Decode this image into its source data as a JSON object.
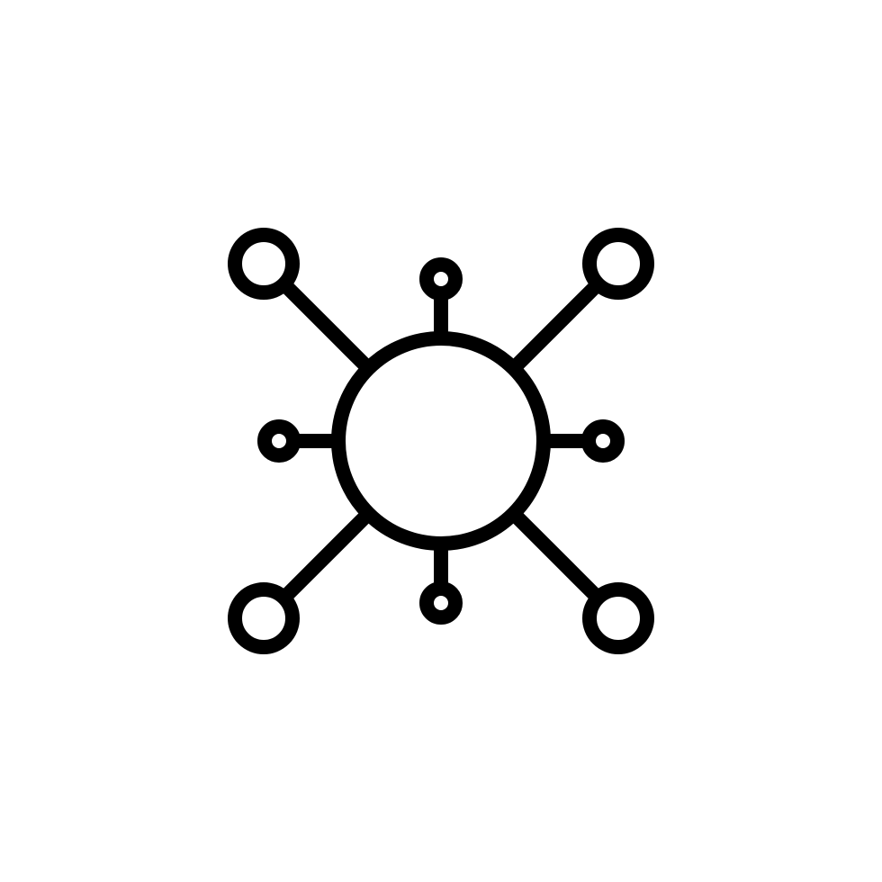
{
  "icon": {
    "name": "network-hub-icon",
    "style": "outline",
    "stroke_color": "#000000",
    "background_color": "#ffffff",
    "parts": {
      "center": "hub-circle",
      "large_nodes": [
        "top-left",
        "top-right",
        "bottom-left",
        "bottom-right"
      ],
      "small_nodes": [
        "top",
        "left",
        "right",
        "bottom"
      ]
    }
  }
}
